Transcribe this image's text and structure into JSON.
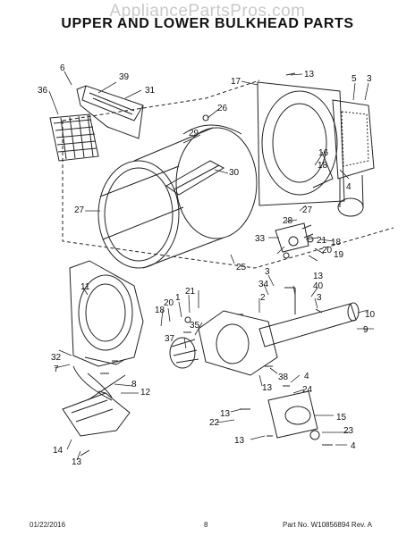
{
  "watermark": "AppliancePartsPros.com",
  "title": "UPPER AND LOWER BULKHEAD PARTS",
  "footer": {
    "date": "01/22/2016",
    "page": "8",
    "part_no": "Part No. W10856894 Rev. A"
  },
  "callouts": [
    "6",
    "39",
    "36",
    "31",
    "26",
    "29",
    "30",
    "27",
    "17",
    "13",
    "5",
    "3",
    "4",
    "16",
    "18",
    "28",
    "33",
    "27",
    "21",
    "20",
    "19",
    "18",
    "25",
    "3",
    "34",
    "40",
    "13",
    "3",
    "10",
    "9",
    "11",
    "20",
    "21",
    "1",
    "2",
    "18",
    "35",
    "37",
    "32",
    "7",
    "8",
    "12",
    "14",
    "13",
    "38",
    "13",
    "4",
    "24",
    "22",
    "15",
    "23",
    "13",
    "4",
    "13"
  ]
}
